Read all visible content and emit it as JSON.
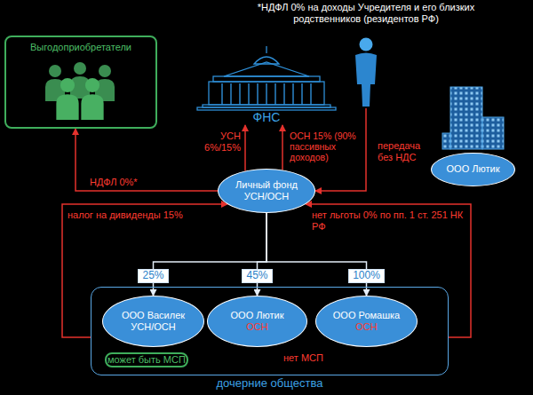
{
  "diagram": {
    "nodes": [
      {
        "text": [
          "Выгодоприобретатели"
        ]
      },
      {
        "text": [
          "ФНС"
        ]
      },
      {
        "text": [
          "*НДФЛ 0% на доходы Учредителя и его близких родственников (резидентов РФ)"
        ]
      },
      {
        "text": [
          "ООО Лютик"
        ]
      },
      {
        "text": [
          "Личный фонд",
          "УСН/ОСН"
        ]
      },
      {
        "text": [
          "дочерние общества"
        ]
      },
      {
        "text": [
          "ООО Василек",
          "УСН/ОСН"
        ],
        "in": 5
      },
      {
        "text": [
          "ООО Лютик",
          "ОСН"
        ],
        "in": 5
      },
      {
        "text": [
          "ООО Ромашка",
          "ОСН"
        ],
        "in": 5
      }
    ],
    "edges": [
      {
        "from": 4,
        "to": 0,
        "arrow": "to",
        "label": "НДФЛ 0%*"
      },
      {
        "from": 4,
        "to": 1,
        "arrow": "to",
        "label": "УСН 6%/15%"
      },
      {
        "from": 4,
        "to": 1,
        "arrow": "to",
        "label": "ОСН 15% (90% пассивных доходов)"
      },
      {
        "from": 2,
        "to": 4,
        "arrow": "to",
        "label": "передача без НДС"
      },
      {
        "from": 4,
        "to": 6,
        "arrow": "to",
        "label": "25%"
      },
      {
        "from": 4,
        "to": 7,
        "arrow": "to",
        "label": "45%"
      },
      {
        "from": 4,
        "to": 8,
        "arrow": "to",
        "label": "100%"
      },
      {
        "from": 5,
        "to": 4,
        "arrow": "to",
        "label": "налог на дивиденды 15%"
      },
      {
        "from": 5,
        "to": 4,
        "arrow": "to",
        "label": "нет льготы 0% по пп. 1 ст. 251 НК РФ"
      }
    ],
    "labels": [
      "может быть МСП",
      "нет МСП"
    ]
  }
}
